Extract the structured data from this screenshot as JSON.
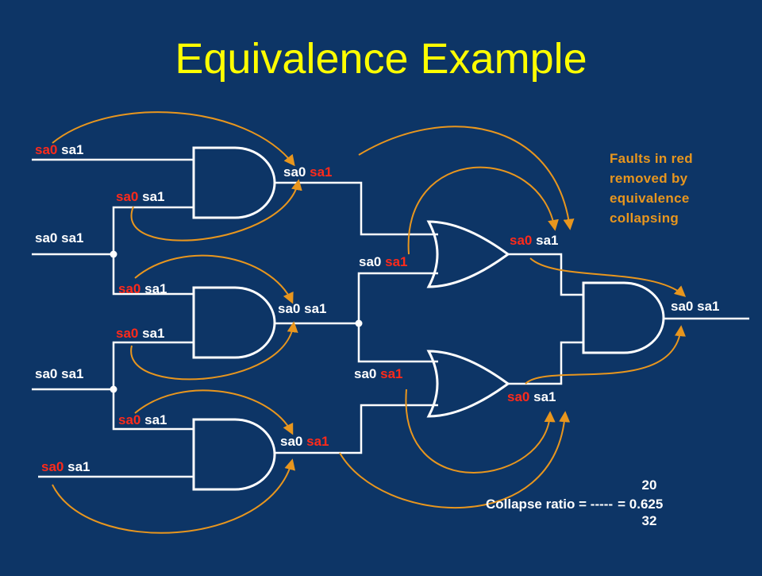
{
  "title": "Equivalence Example",
  "colors": {
    "background": "#0d3566",
    "title": "#ffff00",
    "wire": "#ffffff",
    "arrow": "#e8961e",
    "removed_fault": "#ff2a1a",
    "kept_fault": "#ffffff",
    "note": "#e8961e"
  },
  "note": {
    "line1": "Faults in red",
    "line2": "removed by",
    "line3": "equivalence",
    "line4": "collapsing"
  },
  "collapse": {
    "label": "Collapse ratio = ",
    "numerator": "20",
    "dash": "-----",
    "denominator": "32",
    "result": "= 0.625"
  },
  "fault_labels": [
    {
      "id": "in1",
      "sa0": "sa0",
      "sa1": "sa1",
      "sa0_removed": true,
      "sa1_removed": false
    },
    {
      "id": "and1_b",
      "sa0": "sa0",
      "sa1": "sa1",
      "sa0_removed": true,
      "sa1_removed": false
    },
    {
      "id": "in2",
      "sa0": "sa0",
      "sa1": "sa1",
      "sa0_removed": false,
      "sa1_removed": false
    },
    {
      "id": "and2_a",
      "sa0": "sa0",
      "sa1": "sa1",
      "sa0_removed": true,
      "sa1_removed": false
    },
    {
      "id": "and2_b",
      "sa0": "sa0",
      "sa1": "sa1",
      "sa0_removed": true,
      "sa1_removed": false
    },
    {
      "id": "in3",
      "sa0": "sa0",
      "sa1": "sa1",
      "sa0_removed": false,
      "sa1_removed": false
    },
    {
      "id": "and3_a",
      "sa0": "sa0",
      "sa1": "sa1",
      "sa0_removed": true,
      "sa1_removed": false
    },
    {
      "id": "in4",
      "sa0": "sa0",
      "sa1": "sa1",
      "sa0_removed": true,
      "sa1_removed": false
    },
    {
      "id": "and1_out",
      "sa0": "sa0",
      "sa1": "sa1",
      "sa0_removed": false,
      "sa1_removed": true
    },
    {
      "id": "and2_out",
      "sa0": "sa0",
      "sa1": "sa1",
      "sa0_removed": false,
      "sa1_removed": false
    },
    {
      "id": "and3_out",
      "sa0": "sa0",
      "sa1": "sa1",
      "sa0_removed": false,
      "sa1_removed": true
    },
    {
      "id": "or1_b",
      "sa0": "sa0",
      "sa1": "sa1",
      "sa0_removed": false,
      "sa1_removed": true
    },
    {
      "id": "or2_a",
      "sa0": "sa0",
      "sa1": "sa1",
      "sa0_removed": false,
      "sa1_removed": true
    },
    {
      "id": "or1_out",
      "sa0": "sa0",
      "sa1": "sa1",
      "sa0_removed": true,
      "sa1_removed": false
    },
    {
      "id": "or2_out",
      "sa0": "sa0",
      "sa1": "sa1",
      "sa0_removed": true,
      "sa1_removed": false
    },
    {
      "id": "and4_out",
      "sa0": "sa0",
      "sa1": "sa1",
      "sa0_removed": false,
      "sa1_removed": false
    }
  ]
}
